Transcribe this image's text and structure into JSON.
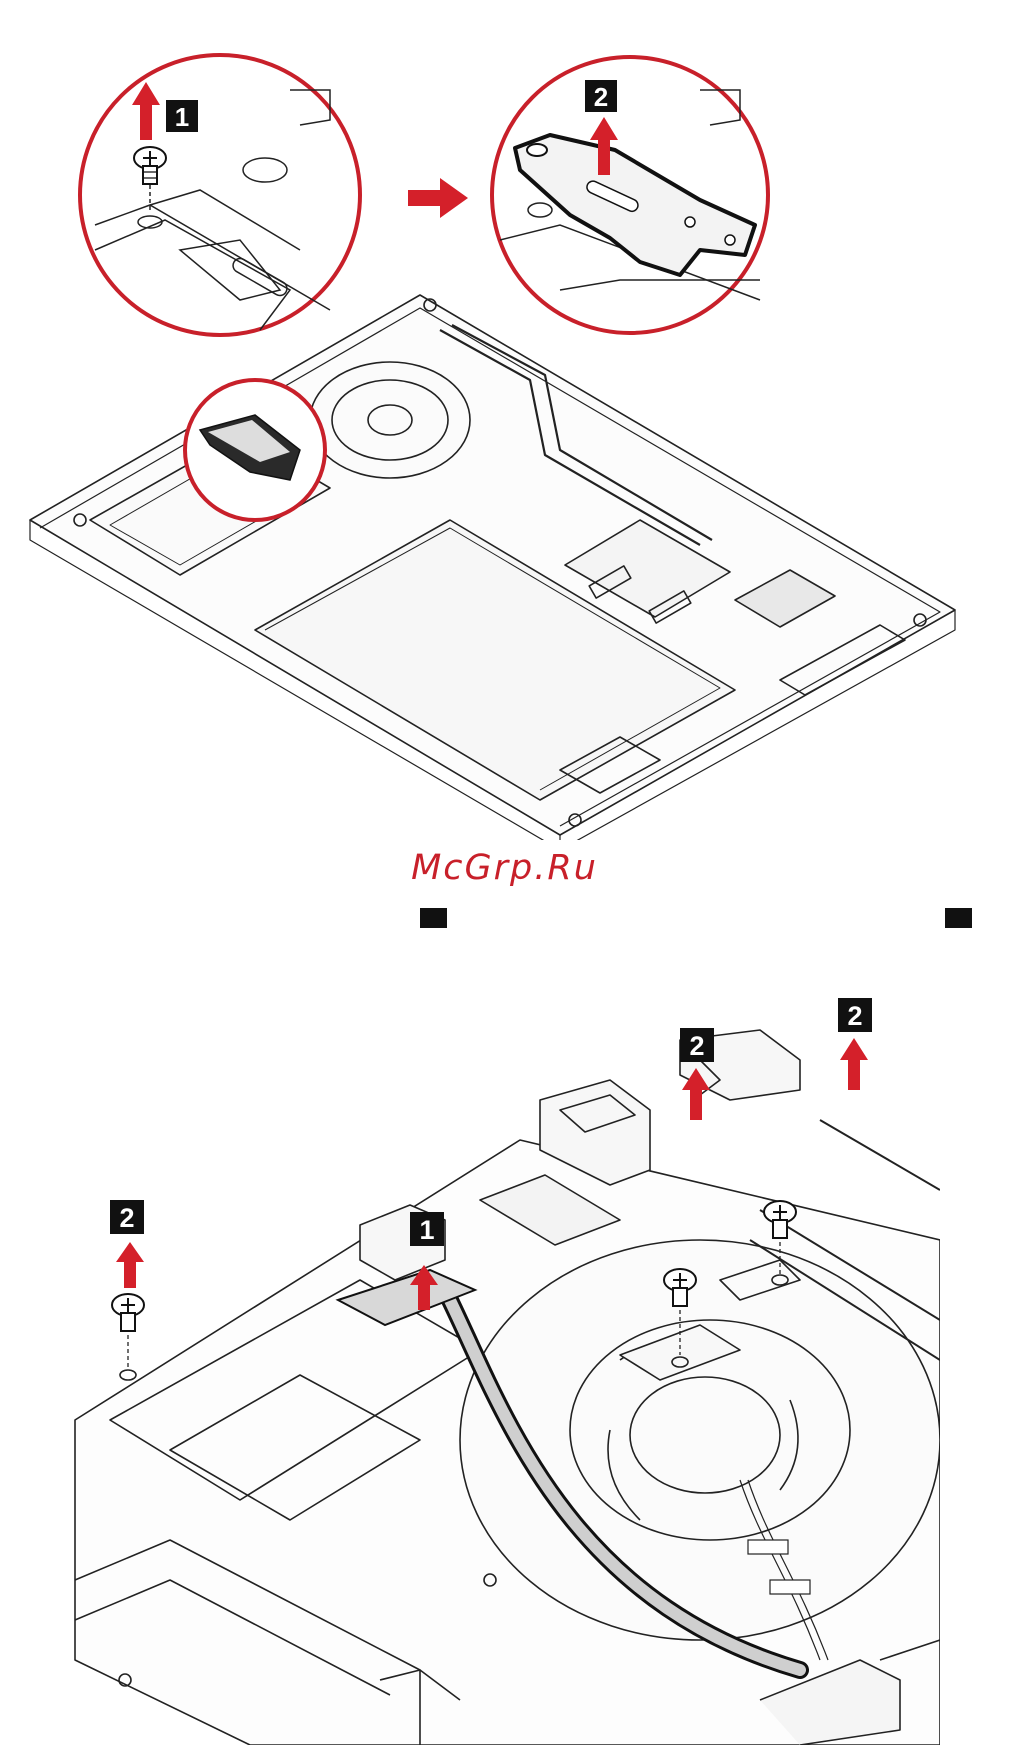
{
  "watermark": {
    "text": "McGrp.Ru",
    "color": "#c8202a"
  },
  "colors": {
    "accent_red": "#d4202a",
    "line": "#222222",
    "callout_ring": "#c8202a",
    "label_bg": "#111111"
  },
  "figure_top": {
    "callouts": [
      {
        "step": "1"
      },
      {
        "step": "2"
      }
    ],
    "icons": [
      "screw-icon",
      "lift-arrow-icon",
      "next-arrow-icon",
      "bracket-icon"
    ]
  },
  "figure_bottom": {
    "labels": [
      {
        "step": "1"
      },
      {
        "step": "2"
      },
      {
        "step": "2"
      },
      {
        "step": "2"
      }
    ],
    "icons": [
      "screw-icon",
      "lift-arrow-icon",
      "cable-icon",
      "fan-icon"
    ]
  }
}
